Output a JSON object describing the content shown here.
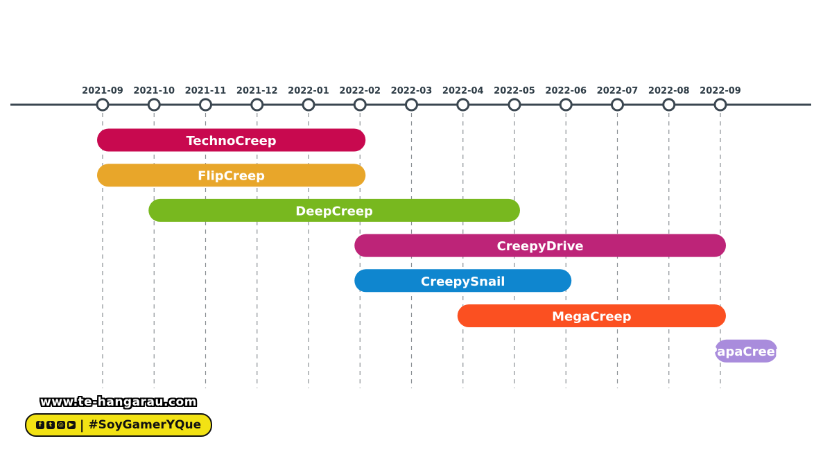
{
  "chart_data": {
    "type": "gantt",
    "timeline": [
      "2021-09",
      "2021-10",
      "2021-11",
      "2021-12",
      "2022-01",
      "2022-02",
      "2022-03",
      "2022-04",
      "2022-05",
      "2022-06",
      "2022-07",
      "2022-08",
      "2022-09"
    ],
    "bars": [
      {
        "label": "TechnoCreep",
        "start": "2021-09",
        "end": "2022-02",
        "color": "#c8094f"
      },
      {
        "label": "FlipCreep",
        "start": "2021-09",
        "end": "2022-02",
        "color": "#e8a62a"
      },
      {
        "label": "DeepCreep",
        "start": "2021-10",
        "end": "2022-05",
        "color": "#78b81f"
      },
      {
        "label": "CreepyDrive",
        "start": "2022-02",
        "end": "2022-09",
        "color": "#bd2478"
      },
      {
        "label": "CreepySnail",
        "start": "2022-02",
        "end": "2022-06",
        "color": "#0f86cf"
      },
      {
        "label": "MegaCreep",
        "start": "2022-04",
        "end": "2022-09",
        "color": "#fb5021"
      },
      {
        "label": "PapaCreep",
        "start": "2022-09",
        "end": "2022-10",
        "color": "#a98cdc"
      }
    ]
  },
  "watermark": {
    "url": "www.te-hangarau.com",
    "hashtag": "#SoyGamerYQue",
    "separator": "|",
    "icons": [
      "facebook-icon",
      "twitter-icon",
      "instagram-icon",
      "youtube-icon"
    ]
  }
}
